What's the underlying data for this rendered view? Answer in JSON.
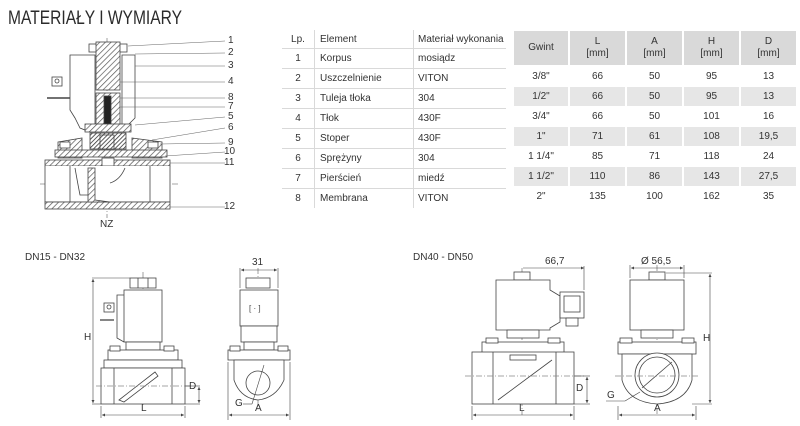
{
  "title": "MATERIAŁY I WYMIARY",
  "section_view": {
    "caption": "NZ",
    "callouts": [
      "1",
      "2",
      "3",
      "4",
      "8",
      "7",
      "5",
      "6",
      "9",
      "10",
      "11",
      "12"
    ]
  },
  "parts_table": {
    "headers": [
      "Lp.",
      "Element",
      "Materiał wykonania"
    ],
    "rows": [
      {
        "no": "1",
        "element": "Korpus",
        "material": "mosiądz"
      },
      {
        "no": "2",
        "element": "Uszczelnienie",
        "material": "VITON"
      },
      {
        "no": "3",
        "element": "Tuleja tłoka",
        "material": "304"
      },
      {
        "no": "4",
        "element": "Tłok",
        "material": "430F"
      },
      {
        "no": "5",
        "element": "Stoper",
        "material": "430F"
      },
      {
        "no": "6",
        "element": "Sprężyny",
        "material": "304"
      },
      {
        "no": "7",
        "element": "Pierścień",
        "material": "miedź"
      },
      {
        "no": "8",
        "element": "Membrana",
        "material": "VITON"
      }
    ]
  },
  "dims_table": {
    "headers": [
      {
        "name": "Gwint",
        "unit": ""
      },
      {
        "name": "L",
        "unit": "[mm]"
      },
      {
        "name": "A",
        "unit": "[mm]"
      },
      {
        "name": "H",
        "unit": "[mm]"
      },
      {
        "name": "D",
        "unit": "[mm]"
      }
    ],
    "rows": [
      [
        "3/8\"",
        "66",
        "50",
        "95",
        "13"
      ],
      [
        "1/2\"",
        "66",
        "50",
        "95",
        "13"
      ],
      [
        "3/4\"",
        "66",
        "50",
        "101",
        "16"
      ],
      [
        "1\"",
        "71",
        "61",
        "108",
        "19,5"
      ],
      [
        "1 1/4\"",
        "85",
        "71",
        "118",
        "24"
      ],
      [
        "1 1/2\"",
        "110",
        "86",
        "143",
        "27,5"
      ],
      [
        "2\"",
        "135",
        "100",
        "162",
        "35"
      ]
    ],
    "shade_color": "#e6e6e6",
    "header_color": "#d9d9d9"
  },
  "drawing_small": {
    "label": "DN15 - DN32",
    "dim_top": "31",
    "dim_H": "H",
    "dim_L": "L",
    "dim_D": "D",
    "dim_A": "A",
    "dim_G": "G"
  },
  "drawing_large": {
    "label": "DN40 - DN50",
    "dim_connector": "66,7",
    "dim_coil": "Ø 56,5",
    "dim_H": "H",
    "dim_L": "L",
    "dim_D": "D",
    "dim_A": "A",
    "dim_G": "G"
  }
}
